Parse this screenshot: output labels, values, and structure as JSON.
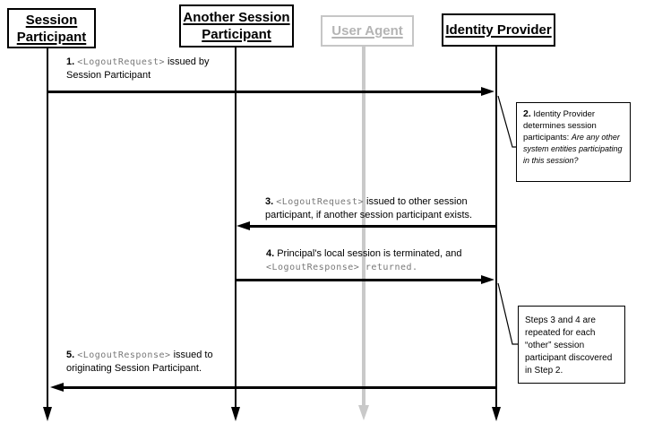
{
  "actors": [
    {
      "id": "session-participant",
      "lines": [
        "Session",
        "Participant"
      ],
      "dimmed": false
    },
    {
      "id": "another-session-participant",
      "lines": [
        "Another Session",
        "Participant"
      ],
      "dimmed": false
    },
    {
      "id": "user-agent",
      "lines": [
        "User Agent"
      ],
      "dimmed": true
    },
    {
      "id": "identity-provider",
      "lines": [
        "Identity Provider"
      ],
      "dimmed": false
    }
  ],
  "messages": [
    {
      "num": "1.",
      "tag": "<LogoutRequest>",
      "rest": " issued by",
      "line2": "Session Participant",
      "line2_mono": "",
      "from": "session-participant",
      "to": "identity-provider",
      "direction": "right"
    },
    {
      "num": "3.",
      "tag": "<LogoutRequest>",
      "rest": " issued to other session",
      "line2": "participant, if another session participant exists.",
      "line2_mono": "",
      "from": "identity-provider",
      "to": "another-session-participant",
      "direction": "left"
    },
    {
      "num": "4.",
      "tag": "",
      "rest": "Principal's local session is terminated, and",
      "line2": "",
      "line2_mono": "<LogoutResponse> returned.",
      "from": "another-session-participant",
      "to": "identity-provider",
      "direction": "right"
    },
    {
      "num": "5.",
      "tag": "<LogoutResponse>",
      "rest": " issued to",
      "line2": "originating Session Participant.",
      "line2_mono": "",
      "from": "identity-provider",
      "to": "session-participant",
      "direction": "left"
    }
  ],
  "notes": [
    {
      "num": "2.",
      "lead": " Identity Provider determines session participants: ",
      "italic": "Are any other system entities participating in this session?"
    },
    {
      "num": "",
      "lead": "Steps 3 and 4 are repeated for each “other” session participant discovered in Step 2.",
      "italic": ""
    }
  ],
  "colors": {
    "line_black": "#000000",
    "dimmed_border": "#c9c9c9",
    "dimmed_text": "#b4b4b4",
    "mono_gray": "#787878"
  }
}
